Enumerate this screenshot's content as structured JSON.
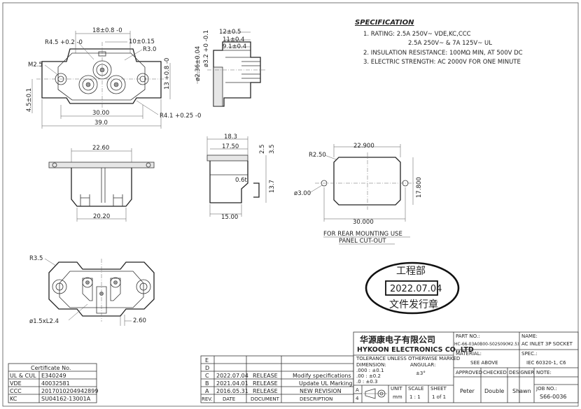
{
  "specification": {
    "title": "SPECIFICATION",
    "lines": [
      "1. RATING:  2.5A  250V~  VDE,KC,CCC",
      "2.5A  250V~  &  7A  125V~  UL",
      "2. INSULATION  RESISTANCE:  100MΩ  MIN,  AT  500V  DC",
      "3. ELECTRIC  STRENGTH:  AC  2000V  FOR  ONE  MINUTE"
    ]
  },
  "front_view": {
    "dims": [
      "18±0.8 -0",
      "10±0.15",
      "R4.5 +0.2 -0",
      "R3.0",
      "M2.5",
      "13 +0.8 -0",
      "4.5±0.1",
      "30.00",
      "39.0",
      "R4.1 +0.25 -0"
    ]
  },
  "side_view": {
    "dims": [
      "12±0.5",
      "11±0.4",
      "9.1±0.4",
      "ø2.36±0.04",
      "ø3.2 +0 -0.1"
    ]
  },
  "bottom_view": {
    "dims": [
      "22.60",
      "20.20"
    ]
  },
  "side_view2": {
    "dims": [
      "18.3",
      "17.50",
      "2.5",
      "3.5",
      "0.6t",
      "13.7",
      "15.00"
    ]
  },
  "cutout": {
    "dims": [
      "22.900",
      "R2.50",
      "ø3.00",
      "17.800",
      "30.000"
    ],
    "caption": [
      "FOR  REAR  MOUNTING  USE",
      "PANEL  CUT-OUT"
    ]
  },
  "rear_view": {
    "dims": [
      "R3.5",
      "ø1.5xL2.4",
      "2.60"
    ]
  },
  "stamp": {
    "top": "工程部",
    "date": "2022.07.04",
    "bottom": "文件发行章"
  },
  "certificate": {
    "header": "Certificate No.",
    "rows": [
      [
        "UL & CUL",
        "E340249"
      ],
      [
        "VDE",
        "40032581"
      ],
      [
        "CCC",
        "2017010204942899"
      ],
      [
        "KC",
        "SU04162-13001A"
      ]
    ]
  },
  "revisions": {
    "header": [
      "REV.",
      "DATE",
      "DOCUMENT",
      "DESCRIPTION"
    ],
    "rows": [
      [
        "E",
        "",
        "",
        ""
      ],
      [
        "D",
        "",
        "",
        ""
      ],
      [
        "C",
        "2022.07.04",
        "RELEASE",
        "Modify specifications"
      ],
      [
        "B",
        "2021.04.01",
        "RELEASE",
        "Update UL Marking"
      ],
      [
        "A",
        "2016.05.31",
        "RELEASE",
        "NEW REVISION"
      ]
    ]
  },
  "title_block": {
    "company_cn": "华源康电子有限公司",
    "company_en": "HYKOON ELECTRONICS CO.,LTD",
    "part_no_label": "PART NO.:",
    "part_no": "HC-66-03A0B00-S02S09(M2.5)",
    "name_label": "NAME:",
    "name": "AC INLET 3P SOCKET",
    "tolerance_title": "TOLERANCE UNLESS OTHERWISE MARKED",
    "dimension_label": "DIMENSION:",
    "angular_label": "ANGULAR:",
    "tolerances": [
      ".000 : ±0.1",
      ".00  : ±0.2",
      ".0   : ±0.3"
    ],
    "angular": "±3°",
    "material_label": "MATERIAL:",
    "material": "SEE ABOVE",
    "spec_label": "SPEC.:",
    "spec": "IEC 60320-1, C6",
    "approved_label": "APPROVED",
    "checked_label": "CHECKED",
    "designer_label": "DESIGNER",
    "note_label": "NOTE:",
    "approved": "Peter",
    "checked": "Double",
    "designer": "Shawn",
    "job_label": "JOB NO.:",
    "job": "S66-0036",
    "proj_a": "A",
    "proj_4": "4",
    "unit_label": "UNIT",
    "unit": "mm",
    "scale_label": "SCALE",
    "scale": "1 : 1",
    "sheet_label": "SHEET",
    "sheet": "1 of 1"
  }
}
